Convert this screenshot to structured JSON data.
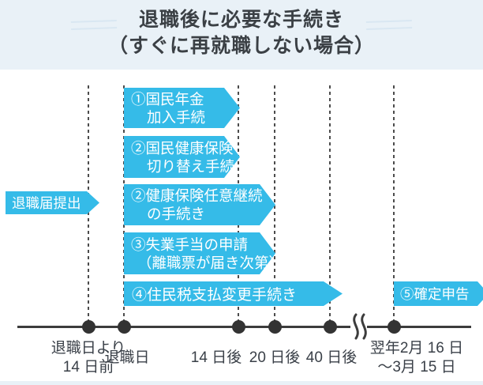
{
  "title": {
    "line1": "退職後に必要な手続き",
    "line2": "（すぐに再就職しない場合）"
  },
  "colors": {
    "accent_blue": "#35bbe8",
    "header_bg": "#e9f1f7",
    "line_dark": "#3c3c3c",
    "text_dark": "#3a4048"
  },
  "steps": [
    {
      "label": "退職届提出"
    },
    {
      "line1": "①国民年金",
      "line2": "加入手続"
    },
    {
      "line1": "②国民健康保険",
      "line2": "切り替え手続き"
    },
    {
      "line1": "②健康保険任意継続",
      "line2": "の手続き"
    },
    {
      "line1": "③失業手当の申請",
      "line2": "（離職票が届き次第）"
    },
    {
      "label": "④住民税支払変更手続き"
    },
    {
      "label": "⑤確定申告"
    }
  ],
  "timeline": {
    "milestones": [
      {
        "line1": "退職日より",
        "line2": "14 日前"
      },
      {
        "line1": "退職日"
      },
      {
        "line1": "14 日後"
      },
      {
        "line1": "20 日後"
      },
      {
        "line1": "40 日後"
      },
      {
        "line1": "翌年2月 16 日",
        "line2": "～3月 15 日"
      }
    ]
  }
}
